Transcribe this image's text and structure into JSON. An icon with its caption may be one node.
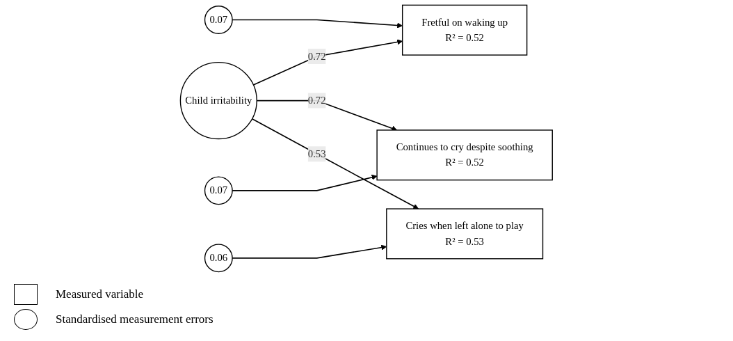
{
  "diagram": {
    "nodes": [
      {
        "text": [
          "Child irritability"
        ]
      },
      {
        "text": [
          "Fretful on waking up",
          "R² = 0.52"
        ]
      },
      {
        "text": [
          "Continues to cry despite soothing",
          "R² = 0.52"
        ]
      },
      {
        "text": [
          "Cries when left alone to play",
          "R² = 0.53"
        ]
      },
      {
        "text": [
          "0.07"
        ]
      },
      {
        "text": [
          "0.07"
        ]
      },
      {
        "text": [
          "0.06"
        ]
      }
    ],
    "edges": [
      {
        "from": 0,
        "to": 1,
        "arrow": "to",
        "label": "0.72"
      },
      {
        "from": 0,
        "to": 2,
        "arrow": "to",
        "label": "0.72"
      },
      {
        "from": 0,
        "to": 3,
        "arrow": "to",
        "label": "0.53"
      },
      {
        "from": 4,
        "to": 1,
        "arrow": "to"
      },
      {
        "from": 5,
        "to": 2,
        "arrow": "to"
      },
      {
        "from": 6,
        "to": 3,
        "arrow": "to"
      }
    ],
    "legend": [
      {
        "text": "Measured variable"
      },
      {
        "text": "Standardised measurement errors"
      }
    ]
  }
}
